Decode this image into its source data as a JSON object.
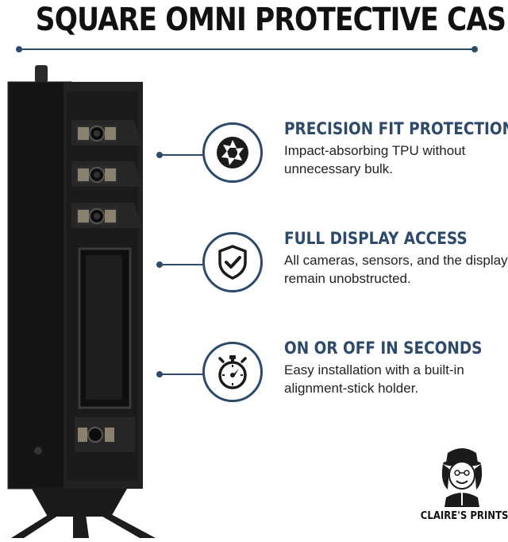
{
  "title": "SQUARE OMNI PROTECTIVE CASE",
  "features": [
    {
      "icon": "aperture-icon",
      "title": "PRECISION FIT PROTECTION",
      "description": "Impact-absorbing TPU without unnecessary bulk."
    },
    {
      "icon": "shield-check-icon",
      "title": "FULL DISPLAY ACCESS",
      "description": "All cameras, sensors, and the display remain unobstructed."
    },
    {
      "icon": "stopwatch-icon",
      "title": "ON OR OFF IN SECONDS",
      "description": "Easy installation with a built-in alignment-stick holder."
    }
  ],
  "brand": {
    "name": "CLAIRE'S PRINTS"
  },
  "colors": {
    "accent": "#2e4a6b",
    "title": "#111111",
    "device": "#1b1b1b"
  }
}
